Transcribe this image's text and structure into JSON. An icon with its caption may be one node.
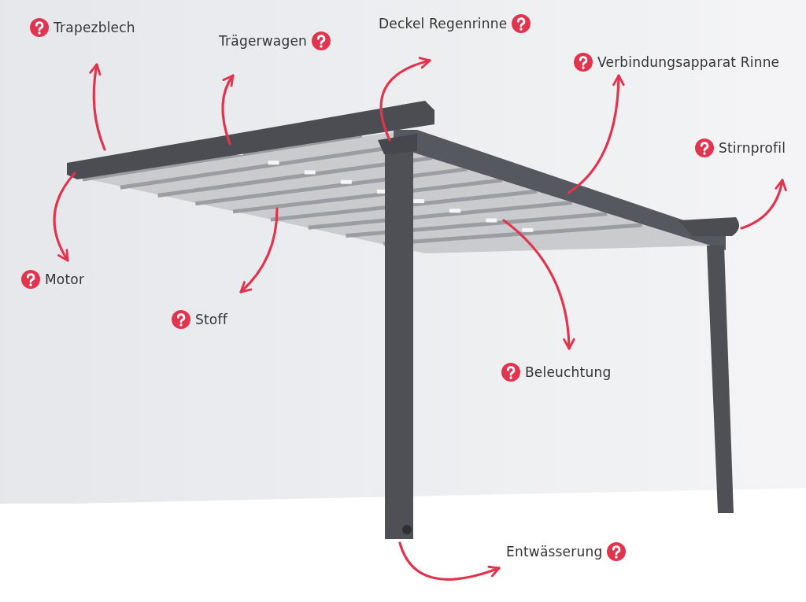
{
  "diagram": {
    "nodes": [
      {
        "text": [
          "Trapezblech"
        ]
      },
      {
        "text": [
          "Deckel Regenrinne"
        ]
      },
      {
        "text": [
          "Trägerwagen"
        ]
      },
      {
        "text": [
          "Verbindungsapparat Rinne"
        ]
      },
      {
        "text": [
          "Stirnprofil"
        ]
      },
      {
        "text": [
          "Motor"
        ]
      },
      {
        "text": [
          "Stoff"
        ]
      },
      {
        "text": [
          "Beleuchtung"
        ]
      },
      {
        "text": [
          "Entwässerung"
        ]
      },
      {
        "text": [],
        "shape": "box"
      }
    ],
    "edges": [
      {
        "from": null,
        "to": 0,
        "arrow": "to"
      },
      {
        "from": null,
        "to": 1,
        "arrow": "to"
      },
      {
        "from": null,
        "to": 2,
        "arrow": "to"
      },
      {
        "from": null,
        "to": 3,
        "arrow": "to"
      },
      {
        "from": 9,
        "to": 4,
        "arrow": "to"
      },
      {
        "from": null,
        "to": 5,
        "arrow": "to"
      },
      {
        "from": null,
        "to": 6,
        "arrow": "to"
      },
      {
        "from": null,
        "to": 7,
        "arrow": "to"
      },
      {
        "from": null,
        "to": 8,
        "arrow": "to"
      }
    ]
  }
}
